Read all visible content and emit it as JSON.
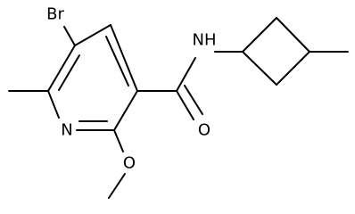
{
  "structure": {
    "atom_labels": {
      "bromine": "Br",
      "ring_nitrogen": "N",
      "amide_nh": "NH",
      "carbonyl_oxygen": "O",
      "ether_oxygen": "O"
    },
    "colors": {
      "bond": "#000000",
      "label": "#000000",
      "background": "#ffffff"
    }
  }
}
